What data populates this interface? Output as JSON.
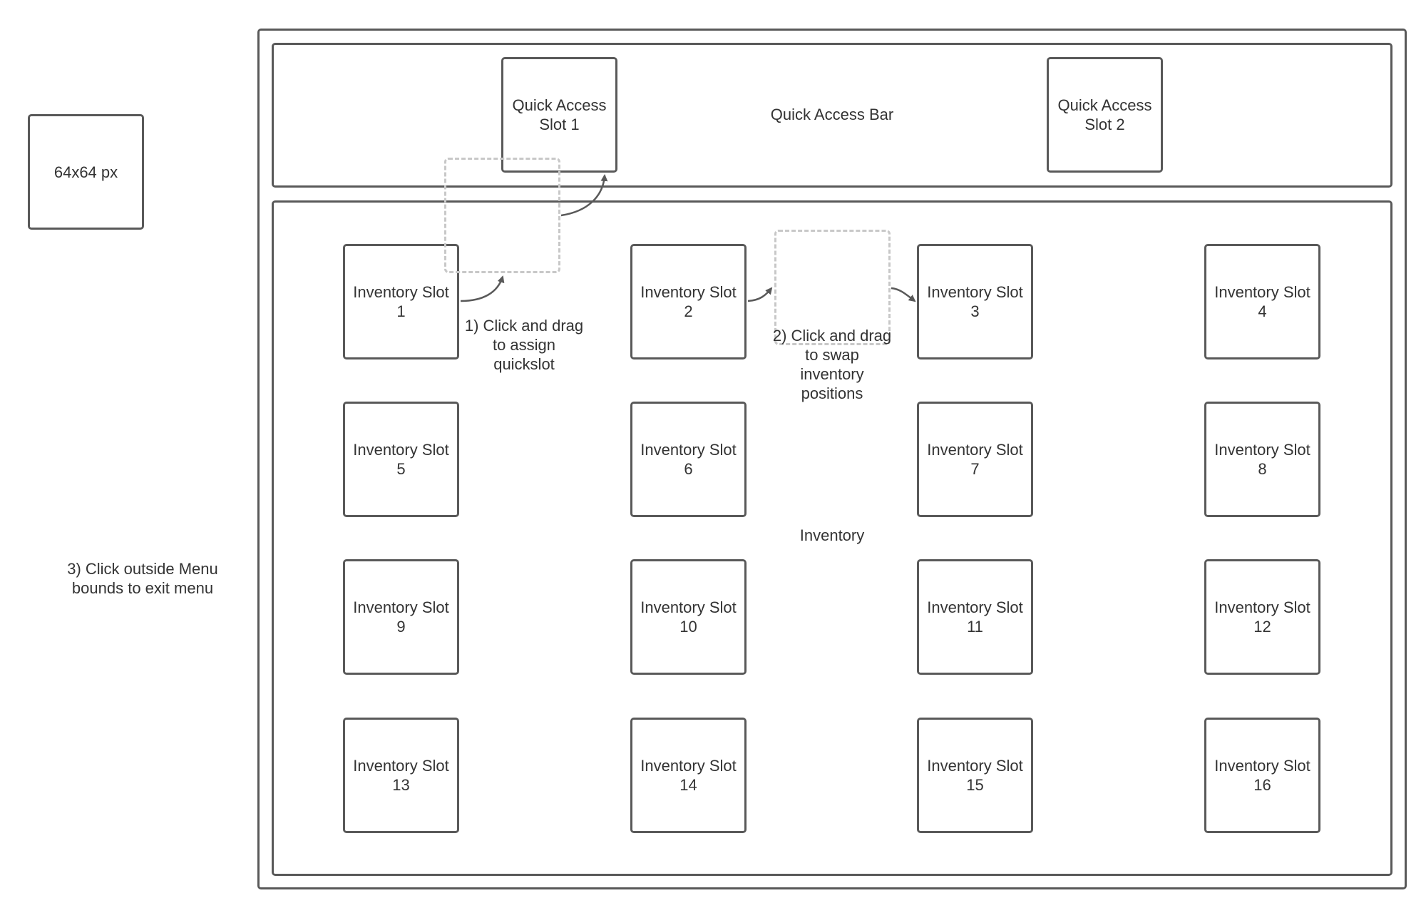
{
  "size_reference": {
    "label": "64x64 px"
  },
  "exit_note": "3) Click outside Menu\nbounds to exit menu",
  "quick_access_bar": {
    "label": "Quick Access Bar",
    "slots": [
      "Quick Access\nSlot 1",
      "Quick Access\nSlot 2"
    ]
  },
  "inventory": {
    "label": "Inventory",
    "slots": [
      "Inventory Slot\n1",
      "Inventory Slot\n2",
      "Inventory Slot\n3",
      "Inventory Slot\n4",
      "Inventory Slot\n5",
      "Inventory Slot\n6",
      "Inventory Slot\n7",
      "Inventory Slot\n8",
      "Inventory Slot\n9",
      "Inventory Slot\n10",
      "Inventory Slot\n11",
      "Inventory Slot\n12",
      "Inventory Slot\n13",
      "Inventory Slot\n14",
      "Inventory Slot\n15",
      "Inventory Slot\n16"
    ]
  },
  "annotations": {
    "assign_quickslot": "1) Click and drag\nto assign\nquickslot",
    "swap_positions": "2) Click and drag\nto swap\ninventory\npositions"
  },
  "colors": {
    "border": "#595959",
    "ghost_border": "#c8c8c8",
    "text": "#333333"
  }
}
